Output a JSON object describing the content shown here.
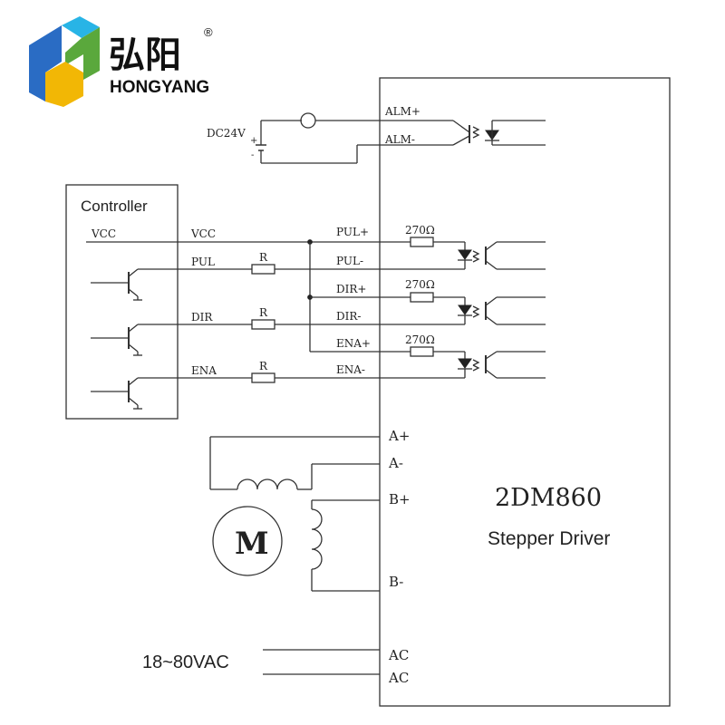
{
  "logo": {
    "chinese": "弘阳",
    "registered": "®",
    "english": "HONGYANG",
    "colors": {
      "blue": "#2a6cc4",
      "green": "#5aa83c",
      "yellow": "#f2b705",
      "light_blue": "#28b4e6",
      "text": "#111111"
    }
  },
  "driver": {
    "model": "2DM860",
    "subtitle": "Stepper Driver"
  },
  "alarm": {
    "supply": "DC24V",
    "plus": "+",
    "minus": "-",
    "pins": [
      "ALM+",
      "ALM-"
    ]
  },
  "controller": {
    "title": "Controller",
    "vcc_label": "VCC",
    "signals": [
      "VCC",
      "PUL",
      "DIR",
      "ENA"
    ],
    "resistor": "R"
  },
  "inputs": {
    "pins": [
      "PUL+",
      "PUL-",
      "DIR+",
      "DIR-",
      "ENA+",
      "ENA-"
    ],
    "internal_resistor": "270Ω"
  },
  "motor": {
    "symbol": "M",
    "pins": [
      "A+",
      "A-",
      "B+",
      "B-"
    ]
  },
  "power": {
    "supply": "18~80VAC",
    "pins": [
      "AC",
      "AC"
    ]
  }
}
